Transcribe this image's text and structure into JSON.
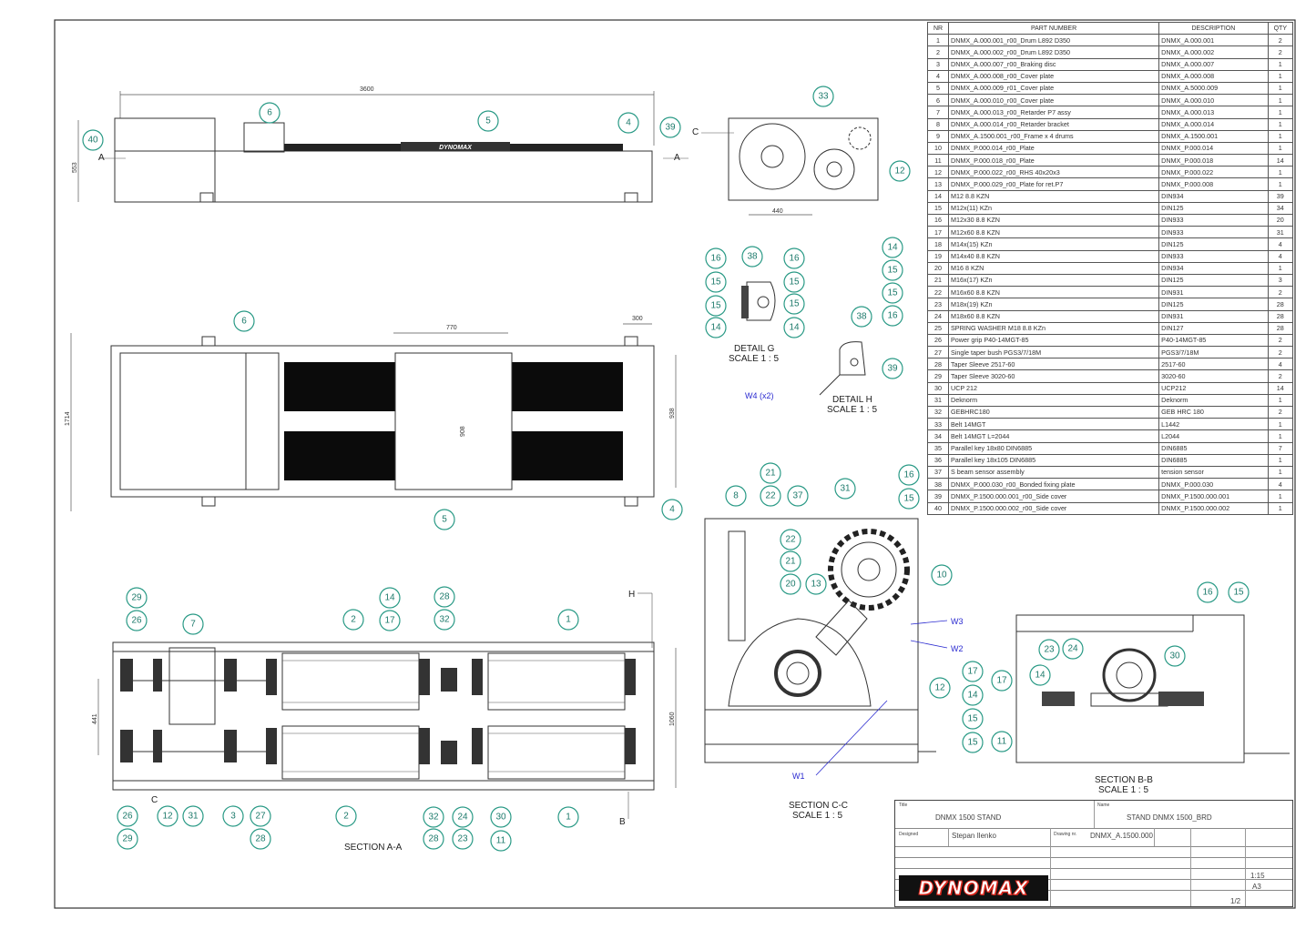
{
  "bom": {
    "headers": [
      "NR",
      "PART NUMBER",
      "DESCRIPTION",
      "QTY"
    ],
    "rows": [
      [
        "1",
        "DNMX_A.000.001_r00_Drum L892 D350",
        "DNMX_A.000.001",
        "2"
      ],
      [
        "2",
        "DNMX_A.000.002_r00_Drum L892 D350",
        "DNMX_A.000.002",
        "2"
      ],
      [
        "3",
        "DNMX_A.000.007_r00_Braking disc",
        "DNMX_A.000.007",
        "1"
      ],
      [
        "4",
        "DNMX_A.000.008_r00_Cover plate",
        "DNMX_A.000.008",
        "1"
      ],
      [
        "5",
        "DNMX_A.000.009_r01_Cover plate",
        "DNMX_A.5000.009",
        "1"
      ],
      [
        "6",
        "DNMX_A.000.010_r00_Cover plate",
        "DNMX_A.000.010",
        "1"
      ],
      [
        "7",
        "DNMX_A.000.013_r00_Retarder P7 assy",
        "DNMX_A.000.013",
        "1"
      ],
      [
        "8",
        "DNMX_A.000.014_r00_Retarder bracket",
        "DNMX_A.000.014",
        "1"
      ],
      [
        "9",
        "DNMX_A.1500.001_r00_Frame x 4 drums",
        "DNMX_A.1500.001",
        "1"
      ],
      [
        "10",
        "DNMX_P.000.014_r00_Plate",
        "DNMX_P.000.014",
        "1"
      ],
      [
        "11",
        "DNMX_P.000.018_r00_Plate",
        "DNMX_P.000.018",
        "14"
      ],
      [
        "12",
        "DNMX_P.000.022_r00_RHS 40x20x3",
        "DNMX_P.000.022",
        "1"
      ],
      [
        "13",
        "DNMX_P.000.029_r00_Plate for ret.P7",
        "DNMX_P.000.008",
        "1"
      ],
      [
        "14",
        "M12 8.8 KZN",
        "DIN934",
        "39"
      ],
      [
        "15",
        "M12x(11) KZn",
        "DIN125",
        "34"
      ],
      [
        "16",
        "M12x30 8.8 KZN",
        "DIN933",
        "20"
      ],
      [
        "17",
        "M12x60 8.8 KZN",
        "DIN933",
        "31"
      ],
      [
        "18",
        "M14x(15) KZn",
        "DIN125",
        "4"
      ],
      [
        "19",
        "M14x40 8.8 KZN",
        "DIN933",
        "4"
      ],
      [
        "20",
        "M16 8 KZN",
        "DIN934",
        "1"
      ],
      [
        "21",
        "M16x(17) KZn",
        "DIN125",
        "3"
      ],
      [
        "22",
        "M16x60 8.8 KZN",
        "DIN931",
        "2"
      ],
      [
        "23",
        "M18x(19) KZn",
        "DIN125",
        "28"
      ],
      [
        "24",
        "M18x60 8.8 KZN",
        "DIN931",
        "28"
      ],
      [
        "25",
        "SPRING WASHER M18 8.8 KZn",
        "DIN127",
        "28"
      ],
      [
        "26",
        "Power grip P40-14MGT-85",
        "P40-14MGT-85",
        "2"
      ],
      [
        "27",
        "Single taper bush PGS3/7/18M",
        "PGS3/7/18M",
        "2"
      ],
      [
        "28",
        "Taper Sleeve 2517-60",
        "2517-60",
        "4"
      ],
      [
        "29",
        "Taper Sleeve 3020-60",
        "3020-60",
        "2"
      ],
      [
        "30",
        "UCP 212",
        "UCP212",
        "14"
      ],
      [
        "31",
        "Deknorm",
        "Deknorm",
        "1"
      ],
      [
        "32",
        "GEBHRC180",
        "GEB HRC 180",
        "2"
      ],
      [
        "33",
        "Belt 14MGT",
        "L1442",
        "1"
      ],
      [
        "34",
        "Belt 14MGT L=2044",
        "L2044",
        "1"
      ],
      [
        "35",
        "Parallel key 18x80 DIN6885",
        "DIN6885",
        "7"
      ],
      [
        "36",
        "Parallel key 18x105 DIN6885",
        "DIN6885",
        "1"
      ],
      [
        "37",
        "S beam sensor assembly",
        "tension sensor",
        "1"
      ],
      [
        "38",
        "DNMX_P.000.030_r00_Bonded fixing plate",
        "DNMX_P.000.030",
        "4"
      ],
      [
        "39",
        "DNMX_P.1500.000.001_r00_Side cover",
        "DNMX_P.1500.000.001",
        "1"
      ],
      [
        "40",
        "DNMX_P.1500.000.002_r00_Side cover",
        "DNMX_P.1500.000.002",
        "1"
      ]
    ]
  },
  "titleblock": {
    "title": "DNMX 1500 STAND",
    "drawing_name": "STAND DNMX 1500_BRD",
    "author": "Stepan Ilenko",
    "drawing_number": "DNMX_A.1500.000",
    "scale": "1:15",
    "format": "A3",
    "sheet": "1/2",
    "logo": "DYNOMAX"
  },
  "views": {
    "section_aa": "SECTION A-A",
    "section_bb": "SECTION B-B",
    "section_bb_scale": "SCALE 1 : 5",
    "section_cc": "SECTION C-C",
    "section_cc_scale": "SCALE 1 : 5",
    "detail_g": "DETAIL G",
    "detail_g_scale": "SCALE 1 : 5",
    "detail_h": "DETAIL H",
    "detail_h_scale": "SCALE 1 : 5"
  },
  "dimensions": {
    "top_length": "3600",
    "top_height": "553",
    "plan_width": "1714",
    "plan_center": "770",
    "plan_right": "300",
    "plan_inner": "938",
    "plan_mid": "908",
    "side_width": "440",
    "aa_spacing": "441",
    "aa_right": "1060"
  },
  "welds": {
    "w4": "W4 (x2)",
    "w3": "W3",
    "w2": "W2",
    "w1": "W1"
  },
  "markers": {
    "a": "A",
    "b": "B",
    "c": "C",
    "h": "H"
  }
}
